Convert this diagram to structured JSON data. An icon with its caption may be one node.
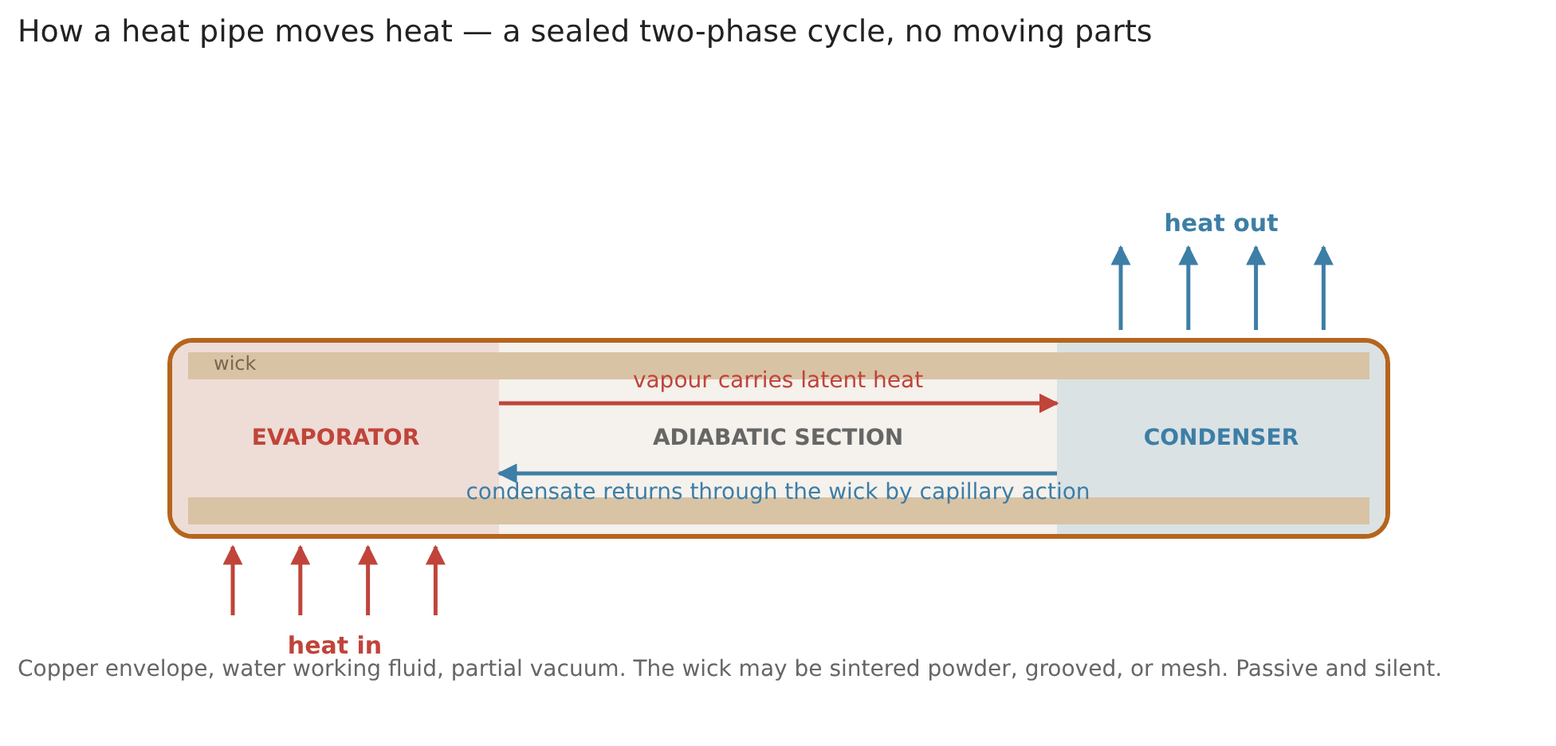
{
  "diagram": {
    "title": "How a heat pipe moves heat — a sealed two-phase cycle, no moving parts",
    "caption": "Copper envelope, water working fluid, partial vacuum. The wick may be sintered powder, grooved, or mesh. Passive and silent.",
    "nodes": [
      {
        "text": [],
        "shape": "box"
      },
      {
        "text": [
          "EVAPORATOR"
        ],
        "in": 0
      },
      {
        "text": [
          "ADIABATIC SECTION"
        ],
        "in": 0
      },
      {
        "text": [
          "CONDENSER"
        ],
        "in": 0
      },
      {
        "text": [
          "heat in"
        ]
      },
      {
        "text": [
          "heat out"
        ]
      }
    ],
    "edges": [
      {
        "from": 1,
        "to": 3,
        "arrow": "to",
        "label": "vapour carries latent heat",
        "color": "#c0443a"
      },
      {
        "from": 3,
        "to": 1,
        "arrow": "to",
        "label": "condensate returns through the wick by capillary action",
        "color": "#3d7ea6"
      },
      {
        "from": 4,
        "to": 1,
        "arrow": "to",
        "color": "#c0443a"
      },
      {
        "from": 4,
        "to": 1,
        "arrow": "to",
        "color": "#c0443a"
      },
      {
        "from": 4,
        "to": 1,
        "arrow": "to",
        "color": "#c0443a"
      },
      {
        "from": 4,
        "to": 1,
        "arrow": "to",
        "color": "#c0443a"
      },
      {
        "from": 3,
        "to": 5,
        "arrow": "to",
        "color": "#3d7ea6"
      },
      {
        "from": 3,
        "to": 5,
        "arrow": "to",
        "color": "#3d7ea6"
      },
      {
        "from": 3,
        "to": 5,
        "arrow": "to",
        "color": "#3d7ea6"
      },
      {
        "from": 3,
        "to": 5,
        "arrow": "to",
        "color": "#3d7ea6"
      }
    ],
    "labels": [
      "wick"
    ]
  }
}
